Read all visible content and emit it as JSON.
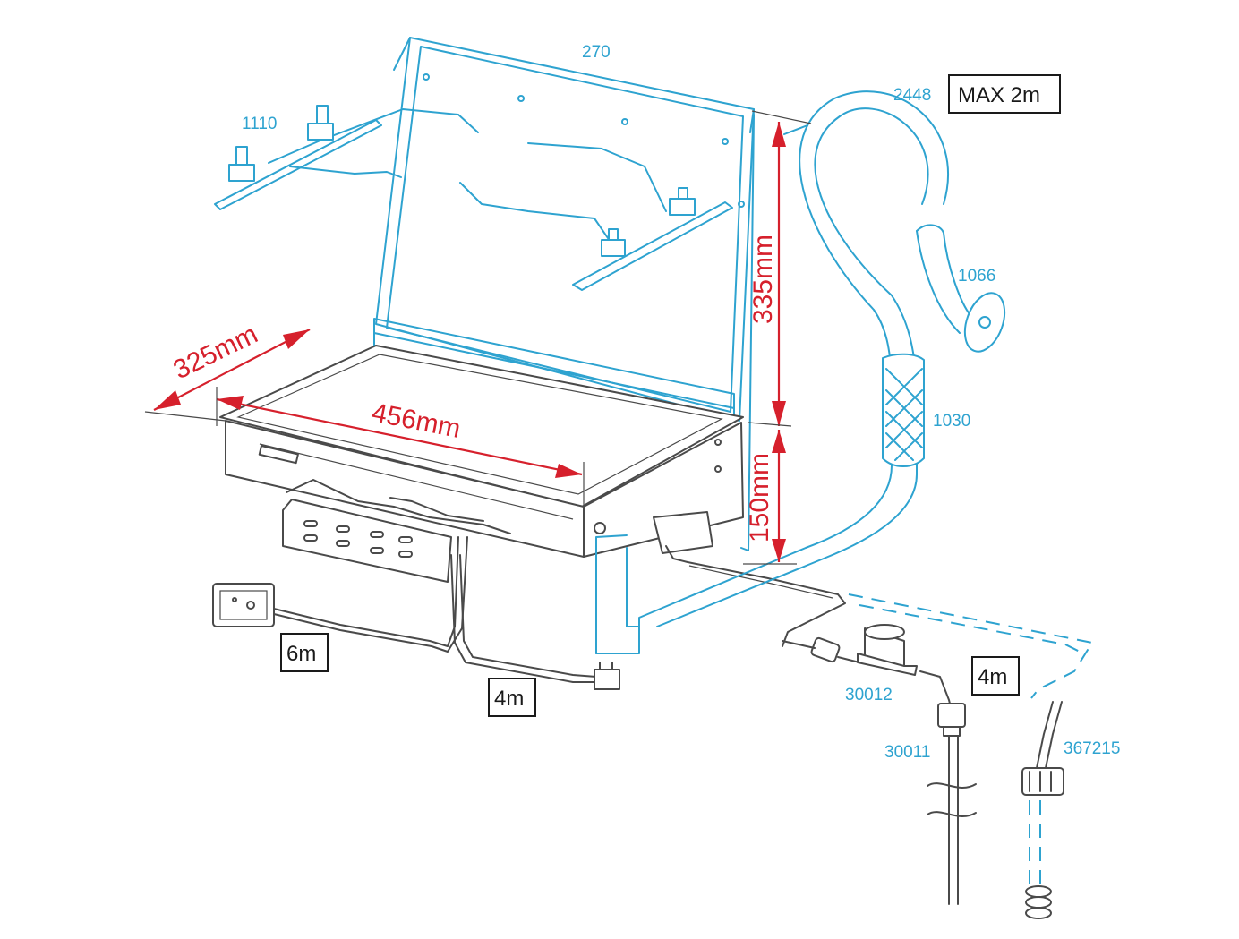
{
  "part_numbers": {
    "p270": "270",
    "p2448": "2448",
    "p1110": "1110",
    "p1066": "1066",
    "p1030": "1030",
    "p30012": "30012",
    "p30011": "30011",
    "p367215": "367215"
  },
  "dimensions": {
    "depth": "325mm",
    "width": "456mm",
    "height_hood": "335mm",
    "height_base": "150mm"
  },
  "cable_lengths": {
    "max_duct": "MAX 2m",
    "control_cable": "6m",
    "power_cable": "4m",
    "water_hose": "4m"
  },
  "colors": {
    "part_line": "#2ea3d0",
    "dimension": "#d6202c",
    "body_line": "#4a4a4a"
  }
}
